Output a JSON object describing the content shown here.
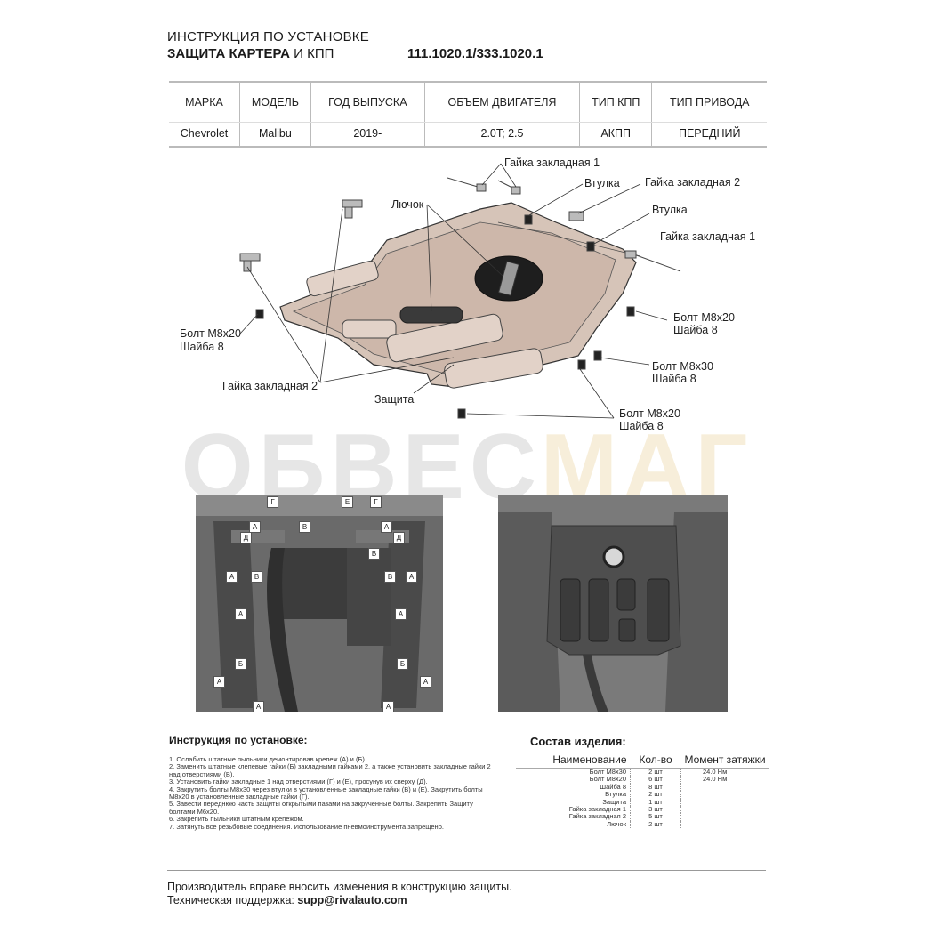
{
  "header": {
    "line1": "ИНСТРУКЦИЯ ПО УСТАНОВКЕ",
    "line2_bold": "ЗАЩИТА КАРТЕРА",
    "line2_rest": " И КПП",
    "code": "111.1020.1/333.1020.1"
  },
  "spec_table": {
    "headers": [
      "МАРКА",
      "МОДЕЛЬ",
      "ГОД ВЫПУСКА",
      "ОБЪЕМ ДВИГАТЕЛЯ",
      "ТИП КПП",
      "ТИП ПРИВОДА"
    ],
    "values": [
      "Chevrolet",
      "Malibu",
      "2019-",
      "2.0T; 2.5",
      "АКПП",
      "ПЕРЕДНИЙ"
    ]
  },
  "callouts": {
    "nut1_top": "Гайка закладная 1",
    "bushing_top": "Втулка",
    "nut2_top": "Гайка закладная 2",
    "bushing_mid": "Втулка",
    "nut1_right": "Гайка закладная 1",
    "hatch": "Лючок",
    "bolt_left": "Болт М8х20",
    "washer_left": "Шайба 8",
    "bolt_right1": "Болт М8х20",
    "washer_right1": "Шайба 8",
    "bolt_right2": "Болт М8х30",
    "washer_right2": "Шайба 8",
    "nut2_bottom": "Гайка закладная 2",
    "guard": "Защита",
    "bolt_bottom": "Болт М8х20",
    "washer_bottom": "Шайба 8"
  },
  "watermark": {
    "part1": "ОБВЕС",
    "part2": "МАГ"
  },
  "photo_labels": {
    "top": [
      "Г",
      "Е",
      "Г"
    ],
    "left": [
      "А",
      "Д",
      "В",
      "А",
      "В",
      "А",
      "Б",
      "А",
      "А"
    ],
    "right": [
      "А",
      "Д",
      "В",
      "А",
      "В",
      "А",
      "Б",
      "А",
      "А"
    ]
  },
  "instructions": {
    "title": "Инструкция по установке:",
    "steps": [
      "1. Ослабить штатные пыльники демонтировав крепеж (А) и (Б).",
      "2. Заменить штатные клепевые гайки (Б) закладными гайками 2, а также установить закладные гайки 2",
      "над отверстиями (В).",
      "3. Установить гайки закладные 1 над отверстиями (Г) и (Е), просунув их сверху (Д).",
      "4. Закрутить болты М8х30 через втулки в установленные закладные гайки (В) и (Е). Закрутить болты",
      "М8х20 в установленные закладные гайки (Г).",
      "5. Завести переднюю часть защиты открытыми пазами на закрученные болты. Закрепить Защиту",
      "болтами М6х20.",
      "6. Закрепить пыльники штатным крепежом.",
      "7. Затянуть все резьбовые соединения. Использование пневмоинструмента запрещено."
    ]
  },
  "composition": {
    "title": "Состав изделия:",
    "headers": [
      "Наименование",
      "Кол-во",
      "Момент затяжки"
    ],
    "rows": [
      {
        "name": "Болт М8х30",
        "qty": "2 шт",
        "torque": "24.0 Нм"
      },
      {
        "name": "Болт М8х20",
        "qty": "6 шт",
        "torque": "24.0 Нм"
      },
      {
        "name": "Шайба 8",
        "qty": "8 шт",
        "torque": ""
      },
      {
        "name": "Втулка",
        "qty": "2 шт",
        "torque": ""
      },
      {
        "name": "Защита",
        "qty": "1 шт",
        "torque": ""
      },
      {
        "name": "Гайка закладная 1",
        "qty": "3 шт",
        "torque": ""
      },
      {
        "name": "Гайка закладная 2",
        "qty": "5 шт",
        "torque": ""
      },
      {
        "name": "Лючок",
        "qty": "2 шт",
        "torque": ""
      }
    ]
  },
  "footer": {
    "line1": "Производитель вправе вносить изменения в конструкцию защиты.",
    "support_label": "Техническая поддержка: ",
    "support_email": "supp@rivalauto.com"
  }
}
